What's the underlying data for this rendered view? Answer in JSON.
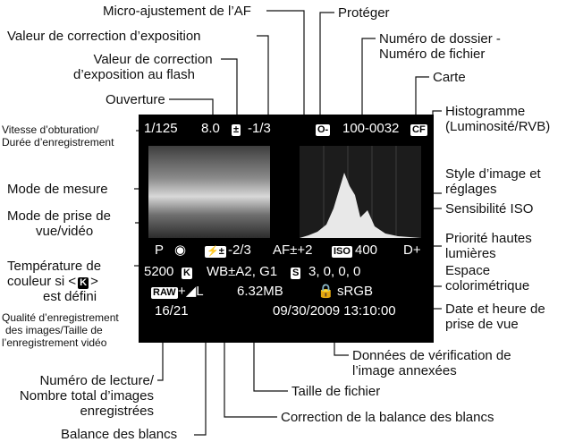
{
  "labels": {
    "micro_af": "Micro-ajustement de l’AF",
    "protect": "Protéger",
    "exp_comp": "Valeur de correction d’exposition",
    "folder_1": "Numéro de dossier -",
    "folder_2": "Numéro de fichier",
    "flash_comp_1": "Valeur de correction",
    "flash_comp_2": "d’exposition au flash",
    "card": "Carte",
    "aperture": "Ouverture",
    "histo_1": "Histogramme",
    "histo_2": "(Luminosité/RVB)",
    "shutter_1": "Vitesse d’obturation/",
    "shutter_2": "Durée d’enregistrement",
    "metering": "Mode de mesure",
    "style_1": "Style d’image et",
    "style_2": "réglages",
    "shoot_1": "Mode de prise de",
    "shoot_2": "vue/vidéo",
    "iso": "Sensibilité ISO",
    "hl_1": "Priorité hautes",
    "hl_2": "lumières",
    "temp_1": "Température de",
    "temp_2": "couleur si <",
    "temp_3": ">",
    "temp_4": "est défini",
    "cs_1": "Espace",
    "cs_2": "colorimétrique",
    "quality_1": "Qualité d’enregistrement",
    "quality_2": "des images/Taille de",
    "quality_3": "l’enregistrement vidéo",
    "date_1": "Date et heure de",
    "date_2": "prise de vue",
    "verify_1": "Données de vérification de",
    "verify_2": "l’image annexées",
    "playback_1": "Numéro de lecture/",
    "playback_2": "Nombre total d’images",
    "playback_3": "enregistrées",
    "filesize": "Taille de fichier",
    "wb_corr": "Correction de la balance des blancs",
    "wb": "Balance des blancs"
  },
  "lcd": {
    "shutter": "1/125",
    "aperture": "8.0",
    "exp_icon": "±",
    "exp_value": "-1/3",
    "protect_icon": "O-",
    "folder_file": "100-0032",
    "card_icon": "CF",
    "mode": "P",
    "metering_icon": "◉",
    "flash_icon": "⚡±",
    "flash_value": "-2/3",
    "af_micro": "AF±+2",
    "iso_icon": "ISO",
    "iso_value": "400",
    "highlight": "D+",
    "color_temp": "5200",
    "k_icon": "K",
    "wb_shift": "WB±A2, G1",
    "style_icon": "S",
    "style_values": "3, 0, 0, 0",
    "quality_icon": "RAW",
    "quality_extra": "+◢L",
    "filesize": "6.32MB",
    "lock_icon": "🔒",
    "colorspace": "sRGB",
    "playback": "16/21",
    "datetime": "09/30/2009 13:10:00"
  }
}
